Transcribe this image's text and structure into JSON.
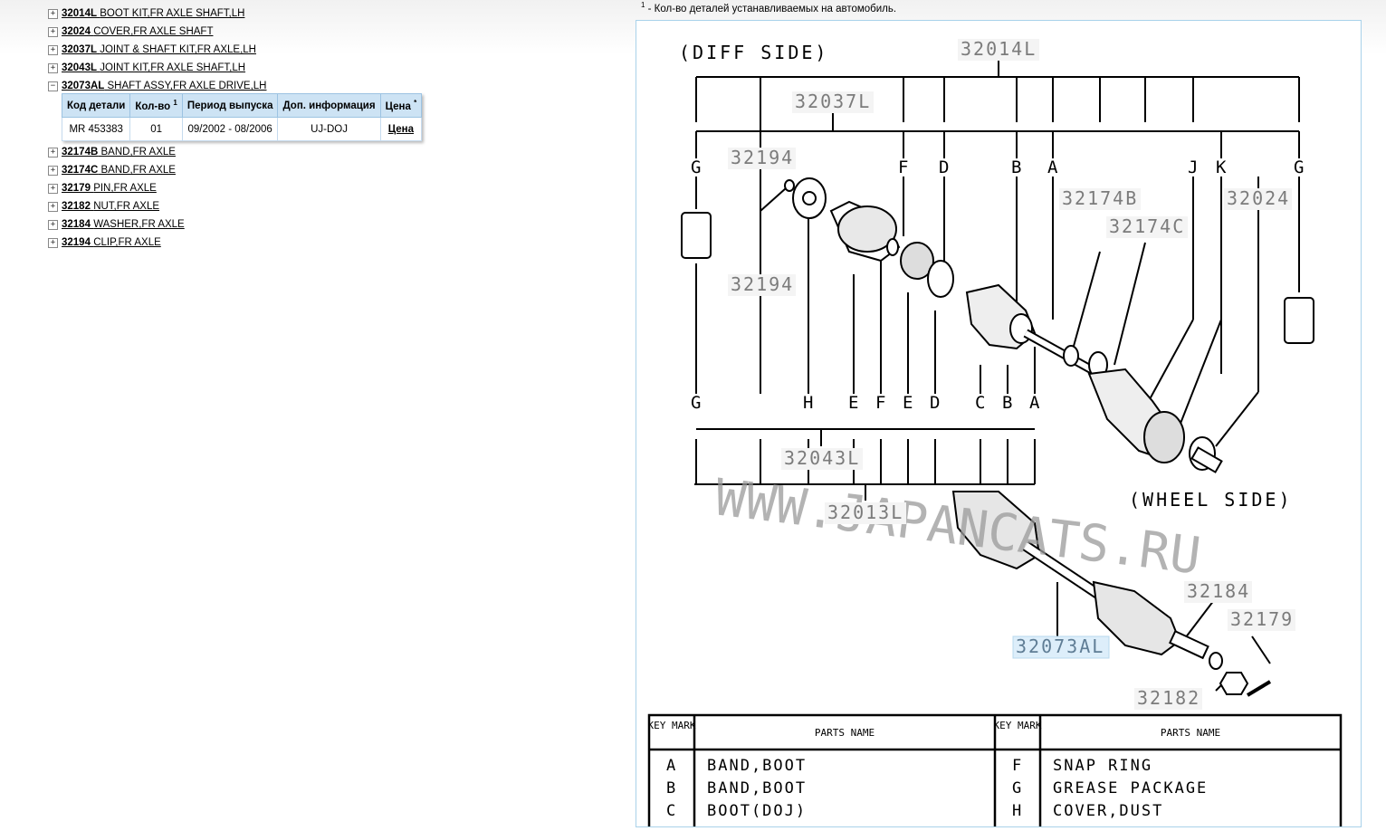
{
  "tree": [
    {
      "code": "32014L",
      "name": "BOOT KIT,FR AXLE SHAFT,LH",
      "toggle": "+"
    },
    {
      "code": "32024",
      "name": "COVER,FR AXLE SHAFT",
      "toggle": "+"
    },
    {
      "code": "32037L",
      "name": "JOINT & SHAFT KIT,FR AXLE,LH",
      "toggle": "+"
    },
    {
      "code": "32043L",
      "name": "JOINT KIT,FR AXLE SHAFT,LH",
      "toggle": "+"
    },
    {
      "code": "32073AL",
      "name": "SHAFT ASSY,FR AXLE DRIVE,LH",
      "toggle": "−"
    },
    {
      "code": "32174B",
      "name": "BAND,FR AXLE",
      "toggle": "+"
    },
    {
      "code": "32174C",
      "name": "BAND,FR AXLE",
      "toggle": "+"
    },
    {
      "code": "32179",
      "name": "PIN,FR AXLE",
      "toggle": "+"
    },
    {
      "code": "32182",
      "name": "NUT,FR AXLE",
      "toggle": "+"
    },
    {
      "code": "32184",
      "name": "WASHER,FR AXLE",
      "toggle": "+"
    },
    {
      "code": "32194",
      "name": "CLIP,FR AXLE",
      "toggle": "+"
    }
  ],
  "table": {
    "headers": {
      "code": "Код детали",
      "qty": "Кол-во",
      "qty_sup": "1",
      "period": "Период выпуска",
      "info": "Доп. информация",
      "price": "Цена",
      "price_sup": "*"
    },
    "row": {
      "code": "MR 453383",
      "qty": "01",
      "period": "09/2002 - 08/2006",
      "info": "UJ-DOJ",
      "price": "Цена"
    }
  },
  "note": {
    "sup": "1",
    "text": "- Кол-во деталей устанавливаемых на автомобиль."
  },
  "diagram": {
    "diff_side": "(DIFF SIDE)",
    "wheel_side": "(WHEEL SIDE)",
    "watermark": "WWW.JAPANCATS.RU",
    "callouts": {
      "c32014L": "32014L",
      "c32037L": "32037L",
      "c32194a": "32194",
      "c32194b": "32194",
      "c32174B": "32174B",
      "c32174C": "32174C",
      "c32024": "32024",
      "c32043L": "32043L",
      "c32013L": "32013L",
      "c32073AL": "32073AL",
      "c32184": "32184",
      "c32179": "32179",
      "c32182": "32182"
    },
    "top_letters": [
      "G",
      "F",
      "D",
      "B",
      "A",
      "J",
      "K",
      "G"
    ],
    "bottom_letters": [
      "G",
      "H",
      "E",
      "F",
      "E",
      "D",
      "C",
      "B",
      "A"
    ],
    "legend": {
      "key_mark": "KEY MARK",
      "parts_name": "PARTS NAME",
      "left_rows": [
        {
          "k": "A",
          "n": "BAND,BOOT"
        },
        {
          "k": "B",
          "n": "BAND,BOOT"
        },
        {
          "k": "C",
          "n": "BOOT(DOJ)"
        }
      ],
      "right_rows": [
        {
          "k": "F",
          "n": "SNAP RING"
        },
        {
          "k": "G",
          "n": "GREASE PACKAGE"
        },
        {
          "k": "H",
          "n": "COVER,DUST"
        }
      ]
    }
  }
}
